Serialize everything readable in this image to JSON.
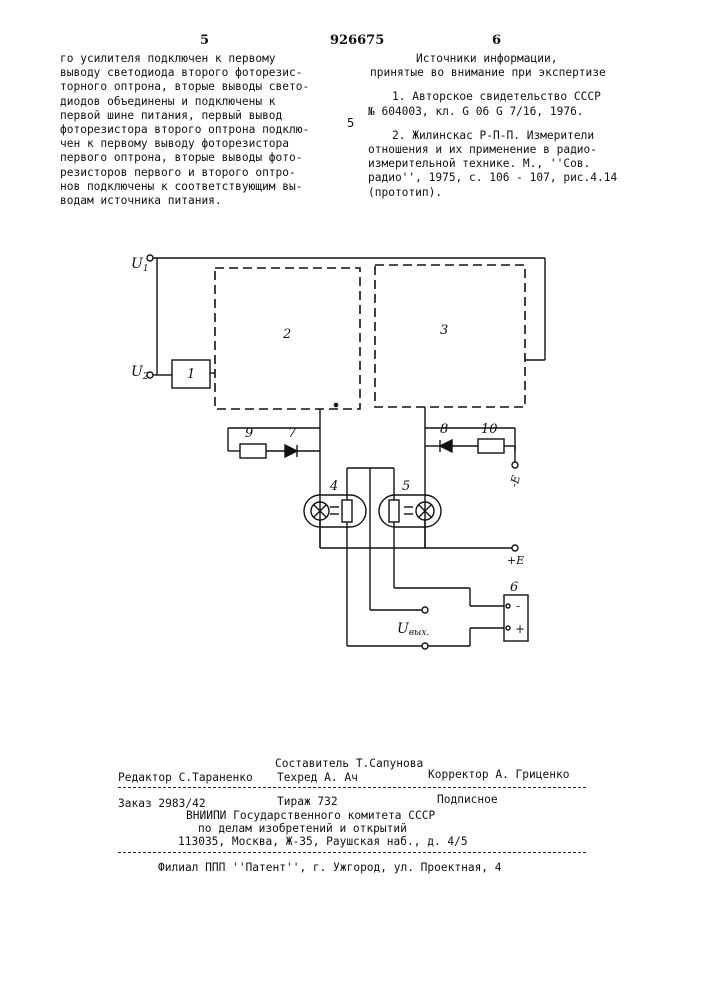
{
  "header": {
    "page_left": "5",
    "patent_number": "926675",
    "page_right": "6"
  },
  "left_column": {
    "lines": [
      "го усилителя подключен к первому",
      "выводу светодиода второго фоторезис-",
      "торного оптрона, вторые выводы свето-",
      "диодов объединены и  подключены к",
      "первой шине питания, первый вывод",
      "фоторезистора второго оптрона подклю-",
      "чен к первому выводу  фоторезистора",
      "первого оптрона, вторые выводы фото-",
      "резисторов первого и второго оптро-",
      "нов подключены к соответствующим вы-",
      "водам   источника питания."
    ],
    "margin_number": "5"
  },
  "right_column": {
    "heading_1": "Источники информации,",
    "heading_2": "принятые во внимание при экспертизе",
    "ref1_lines": [
      "1. Авторское свидетельство СССР",
      "№ 604003, кл. G 06 G  7/16, 1976."
    ],
    "ref2_lines": [
      "2. Жилинскас Р-П-П. Измерители",
      "отношения и их применение в радио-",
      "измерительной технике. М., ''Сов.",
      "радио'', 1975, с. 106 - 107, рис.4.14",
      "(прототип)."
    ]
  },
  "diagram": {
    "input_u1": "U",
    "input_u1_sub": "1",
    "input_u2": "U",
    "input_u2_sub": "2",
    "block_1": "1",
    "block_2": "2",
    "block_3": "3",
    "optron_4": "4",
    "optron_5": "5",
    "source_6": "6",
    "diode_7": "7",
    "diode_8": "8",
    "resistor_9": "9",
    "resistor_10": "10",
    "minus_e": "-E",
    "plus_e": "+E",
    "source_minus": "-",
    "source_plus": "+",
    "output_label": "U",
    "output_sub": "вых."
  },
  "footer": {
    "composer": "Составитель Т.Сапунова",
    "editor": "Редактор С.Тараненко",
    "techred": "Техред А. Ач",
    "corrector": "Корректор А. Гриценко",
    "order": "Заказ 2983/42",
    "circulation": "Тираж 732",
    "subscription": "Подписное",
    "org_1": "ВНИИПИ  Государственного комитета СССР",
    "org_2": "по делам изобретений и открытий",
    "address": "113035, Москва, Ж-35, Раушская наб., д. 4/5",
    "branch": "Филиал ППП ''Патент'', г. Ужгород, ул. Проектная, 4"
  }
}
